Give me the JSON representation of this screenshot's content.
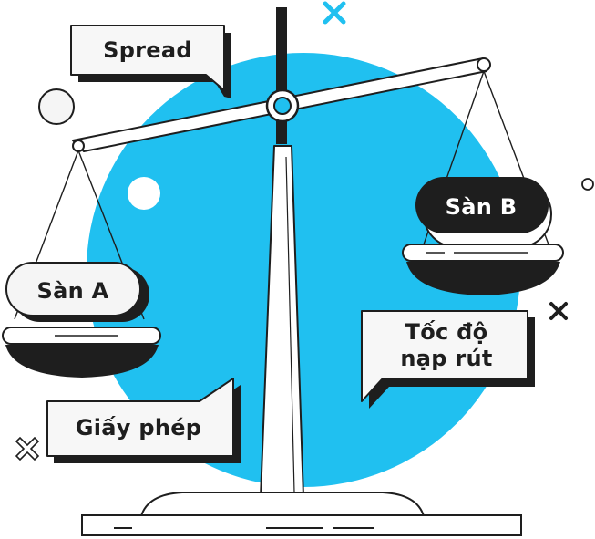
{
  "labels": {
    "spread": "Spread",
    "exchange_a": "Sàn A",
    "exchange_b": "Sàn B",
    "speed_line1": "Tốc độ",
    "speed_line2": "nạp rút",
    "license": "Giấy phép"
  },
  "colors": {
    "accent": "#20c0f0",
    "ink": "#1e1e1e",
    "paper": "#ffffff",
    "plate": "#f3f3f3"
  },
  "icons": [
    "cross-icon",
    "circle-icon",
    "balance-scale-icon"
  ]
}
